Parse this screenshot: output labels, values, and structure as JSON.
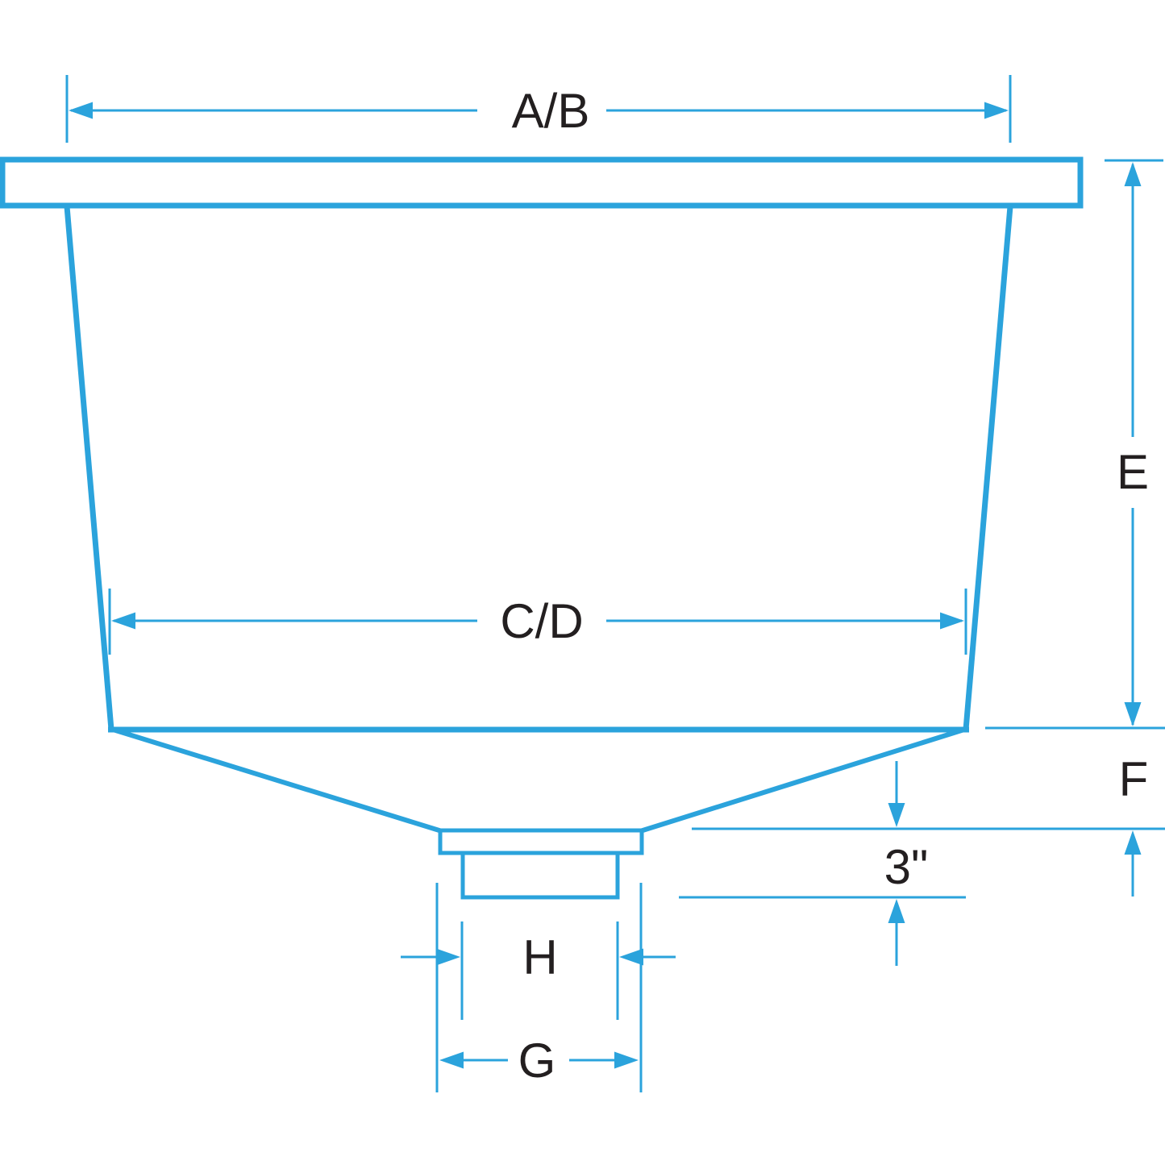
{
  "diagram": {
    "colors": {
      "line": "#2BA3DC",
      "label": "#231F20",
      "background": "#FFFFFF"
    },
    "labels": {
      "top_width": "A/B",
      "bottom_width": "C/D",
      "depth": "E",
      "funnel_height": "F",
      "drain_height": "3\"",
      "outlet_width": "H",
      "flange_width": "G"
    }
  }
}
